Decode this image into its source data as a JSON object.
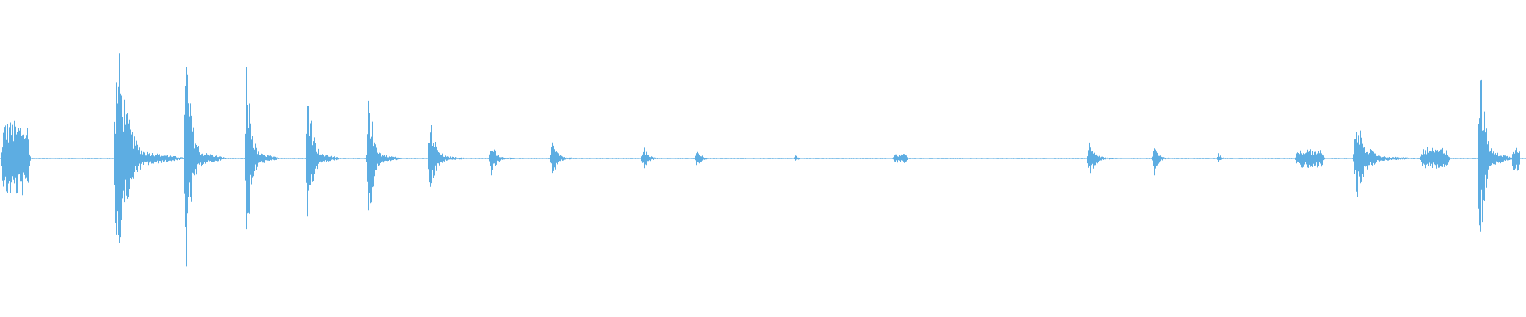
{
  "waveform": {
    "color": "#5DADE2",
    "background": "#FFFFFF",
    "bursts": [
      {
        "t": 0.0,
        "w": 0.02,
        "amp": 0.24,
        "shape": "flat"
      },
      {
        "t": 0.074,
        "w": 0.02,
        "amp": 0.81,
        "shape": "peak"
      },
      {
        "t": 0.12,
        "w": 0.012,
        "amp": 0.73,
        "shape": "peak"
      },
      {
        "t": 0.16,
        "w": 0.01,
        "amp": 0.6,
        "shape": "peak"
      },
      {
        "t": 0.2,
        "w": 0.01,
        "amp": 0.57,
        "shape": "peak"
      },
      {
        "t": 0.24,
        "w": 0.01,
        "amp": 0.49,
        "shape": "peak"
      },
      {
        "t": 0.28,
        "w": 0.012,
        "amp": 0.26,
        "shape": "peak"
      },
      {
        "t": 0.32,
        "w": 0.01,
        "amp": 0.14,
        "shape": "peak"
      },
      {
        "t": 0.36,
        "w": 0.01,
        "amp": 0.14,
        "shape": "peak"
      },
      {
        "t": 0.42,
        "w": 0.01,
        "amp": 0.08,
        "shape": "peak"
      },
      {
        "t": 0.455,
        "w": 0.01,
        "amp": 0.06,
        "shape": "peak"
      },
      {
        "t": 0.52,
        "w": 0.006,
        "amp": 0.03,
        "shape": "peak"
      },
      {
        "t": 0.585,
        "w": 0.01,
        "amp": 0.03,
        "shape": "flat"
      },
      {
        "t": 0.712,
        "w": 0.012,
        "amp": 0.12,
        "shape": "peak"
      },
      {
        "t": 0.755,
        "w": 0.008,
        "amp": 0.12,
        "shape": "peak"
      },
      {
        "t": 0.797,
        "w": 0.006,
        "amp": 0.05,
        "shape": "peak"
      },
      {
        "t": 0.848,
        "w": 0.02,
        "amp": 0.06,
        "shape": "flat"
      },
      {
        "t": 0.886,
        "w": 0.02,
        "amp": 0.25,
        "shape": "peak"
      },
      {
        "t": 0.93,
        "w": 0.02,
        "amp": 0.07,
        "shape": "flat"
      },
      {
        "t": 0.968,
        "w": 0.01,
        "amp": 0.8,
        "shape": "peak"
      },
      {
        "t": 0.99,
        "w": 0.006,
        "amp": 0.08,
        "shape": "flat"
      }
    ]
  }
}
